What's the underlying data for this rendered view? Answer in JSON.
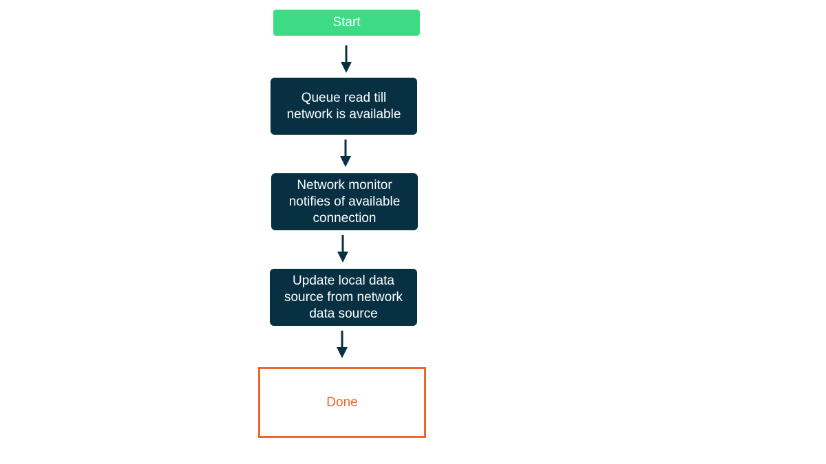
{
  "colors": {
    "start_fill": "#3ddc84",
    "step_fill": "#073042",
    "done_border": "#f06529",
    "done_text": "#f06529",
    "arrow": "#073042"
  },
  "flowchart": {
    "start": {
      "label": "Start"
    },
    "steps": [
      {
        "label": "Queue read till\nnetwork is available"
      },
      {
        "label": "Network monitor\nnotifies of available\nconnection"
      },
      {
        "label": "Update local data\nsource from network\ndata source"
      }
    ],
    "end": {
      "label": "Done"
    }
  }
}
